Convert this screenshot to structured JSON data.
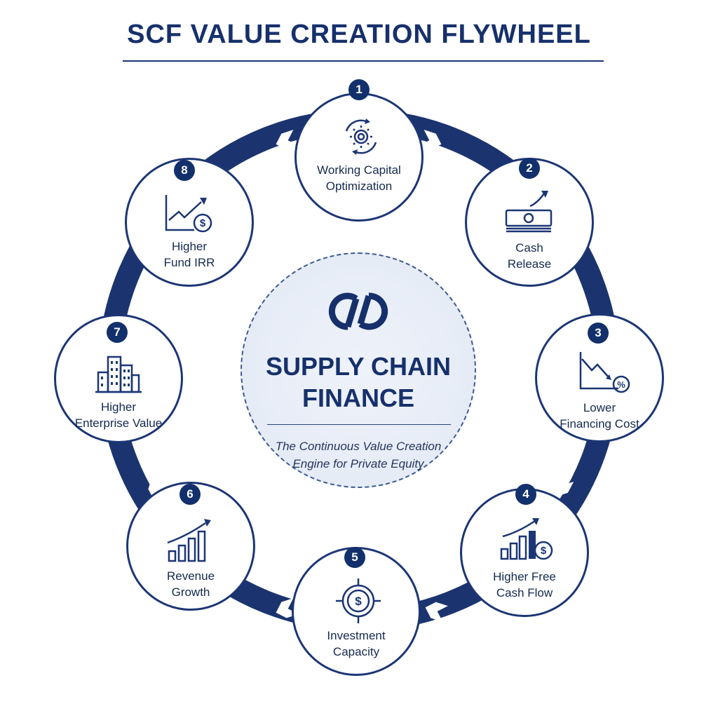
{
  "title": "SCF VALUE CREATION FLYWHEEL",
  "center": {
    "icon": "chain-link-icon",
    "title_line1": "SUPPLY CHAIN",
    "title_line2": "FINANCE",
    "tagline_line1": "The Continuous Value Creation",
    "tagline_line2": "Engine for Private Equity"
  },
  "steps": [
    {
      "number": "1",
      "line1": "Working Capital",
      "line2": "Optimization",
      "icon": "gear-cycle-icon"
    },
    {
      "number": "2",
      "line1": "Cash",
      "line2": "Release",
      "icon": "cash-up-icon"
    },
    {
      "number": "3",
      "line1": "Lower",
      "line2": "Financing Cost",
      "icon": "declining-percent-icon"
    },
    {
      "number": "4",
      "line1": "Higher Free",
      "line2": "Cash Flow",
      "icon": "rising-bars-dollar-icon"
    },
    {
      "number": "5",
      "line1": "Investment",
      "line2": "Capacity",
      "icon": "dollar-target-icon"
    },
    {
      "number": "6",
      "line1": "Revenue",
      "line2": "Growth",
      "icon": "growth-bars-icon"
    },
    {
      "number": "7",
      "line1": "Higher",
      "line2": "Enterprise Value",
      "icon": "buildings-icon"
    },
    {
      "number": "8",
      "line1": "Higher",
      "line2": "Fund IRR",
      "icon": "rising-line-dollar-icon"
    }
  ],
  "colors": {
    "navy": "#1c3674",
    "badge": "#12306b",
    "center_fill": "#e7edf7"
  }
}
